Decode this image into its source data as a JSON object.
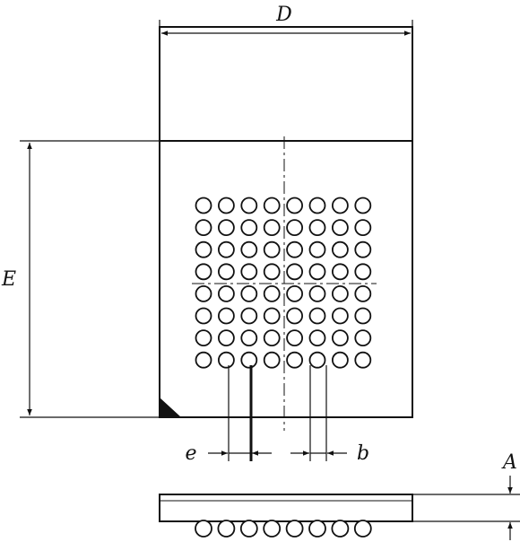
{
  "labels": {
    "width": "D",
    "height": "E",
    "pitch": "e",
    "ball_diameter": "b",
    "thickness": "A"
  },
  "ball_grid": {
    "rows": 8,
    "columns": 8
  },
  "side_view": {
    "ball_count": 8
  },
  "colors": {
    "stroke": "#111111",
    "background": "#ffffff"
  }
}
